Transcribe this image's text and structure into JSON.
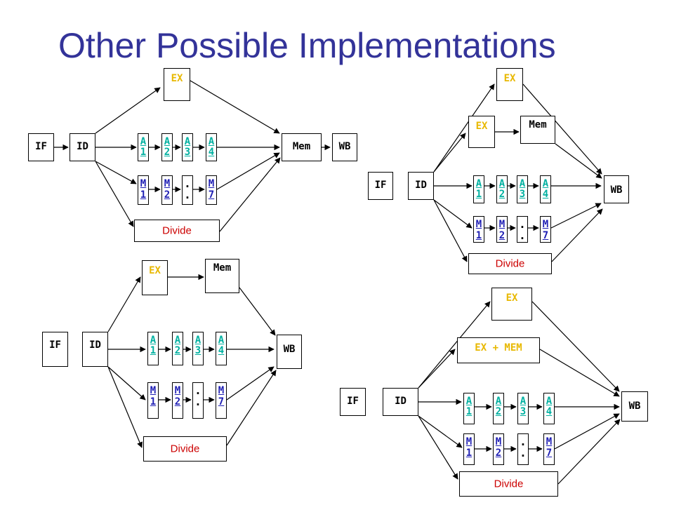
{
  "title": "Other Possible Implementations",
  "labels": {
    "if": "IF",
    "id": "ID",
    "ex": "EX",
    "mem": "Mem",
    "wb": "WB",
    "divide": "Divide",
    "ex_mem": "EX + MEM",
    "a_units": [
      [
        "A",
        "1"
      ],
      [
        "A",
        "2"
      ],
      [
        "A",
        "3"
      ],
      [
        "A",
        "4"
      ]
    ],
    "m_units": [
      [
        "M",
        "1"
      ],
      [
        "M",
        "2"
      ],
      [
        ".",
        "."
      ],
      [
        "M",
        "7"
      ]
    ]
  },
  "colors": {
    "title": "#333399",
    "ex": "#e8b800",
    "adder": "#00b0a0",
    "multiplier": "#1f1fb4",
    "divide": "#cc0000"
  },
  "diagrams": [
    {
      "name": "diagram-1",
      "boxes": [
        {
          "key": "if",
          "name": "if-stage"
        },
        {
          "key": "id",
          "name": "id-stage"
        },
        {
          "key": "ex",
          "name": "ex-unit"
        },
        {
          "key": "mem",
          "name": "mem-stage"
        },
        {
          "key": "wb",
          "name": "wb-stage"
        },
        {
          "key": "divide",
          "name": "divide-unit"
        }
      ]
    },
    {
      "name": "diagram-2",
      "boxes": [
        {
          "key": "if",
          "name": "if-stage"
        },
        {
          "key": "id",
          "name": "id-stage"
        },
        {
          "key": "ex",
          "name": "ex-unit-top"
        },
        {
          "key": "ex",
          "name": "ex-unit"
        },
        {
          "key": "mem",
          "name": "mem-stage"
        },
        {
          "key": "wb",
          "name": "wb-stage"
        },
        {
          "key": "divide",
          "name": "divide-unit"
        }
      ]
    },
    {
      "name": "diagram-3",
      "boxes": [
        {
          "key": "if",
          "name": "if-stage"
        },
        {
          "key": "id",
          "name": "id-stage"
        },
        {
          "key": "ex",
          "name": "ex-unit"
        },
        {
          "key": "mem",
          "name": "mem-stage"
        },
        {
          "key": "wb",
          "name": "wb-stage"
        },
        {
          "key": "divide",
          "name": "divide-unit"
        }
      ]
    },
    {
      "name": "diagram-4",
      "boxes": [
        {
          "key": "if",
          "name": "if-stage"
        },
        {
          "key": "id",
          "name": "id-stage"
        },
        {
          "key": "ex",
          "name": "ex-unit"
        },
        {
          "key": "ex_mem",
          "name": "ex-mem-unit"
        },
        {
          "key": "wb",
          "name": "wb-stage"
        },
        {
          "key": "divide",
          "name": "divide-unit"
        }
      ]
    }
  ]
}
